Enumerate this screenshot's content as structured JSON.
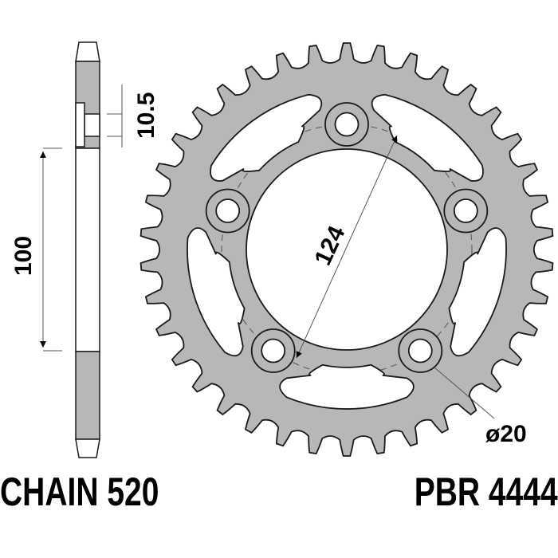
{
  "diagram": {
    "type": "sprocket-technical-drawing",
    "colors": {
      "fill": "#b7b7b7",
      "stroke": "#1a1a1a",
      "background": "#ffffff",
      "dimension_line": "#555555"
    },
    "sprocket": {
      "teeth_count": 38,
      "bolt_holes": 5,
      "center_bore_label": "124",
      "bolt_hole_label": "ø20"
    },
    "side_view": {
      "thickness_label": "10.5",
      "height_label": "100"
    },
    "labels": {
      "chain": "CHAIN 520",
      "part_number": "PBR 4444"
    }
  }
}
